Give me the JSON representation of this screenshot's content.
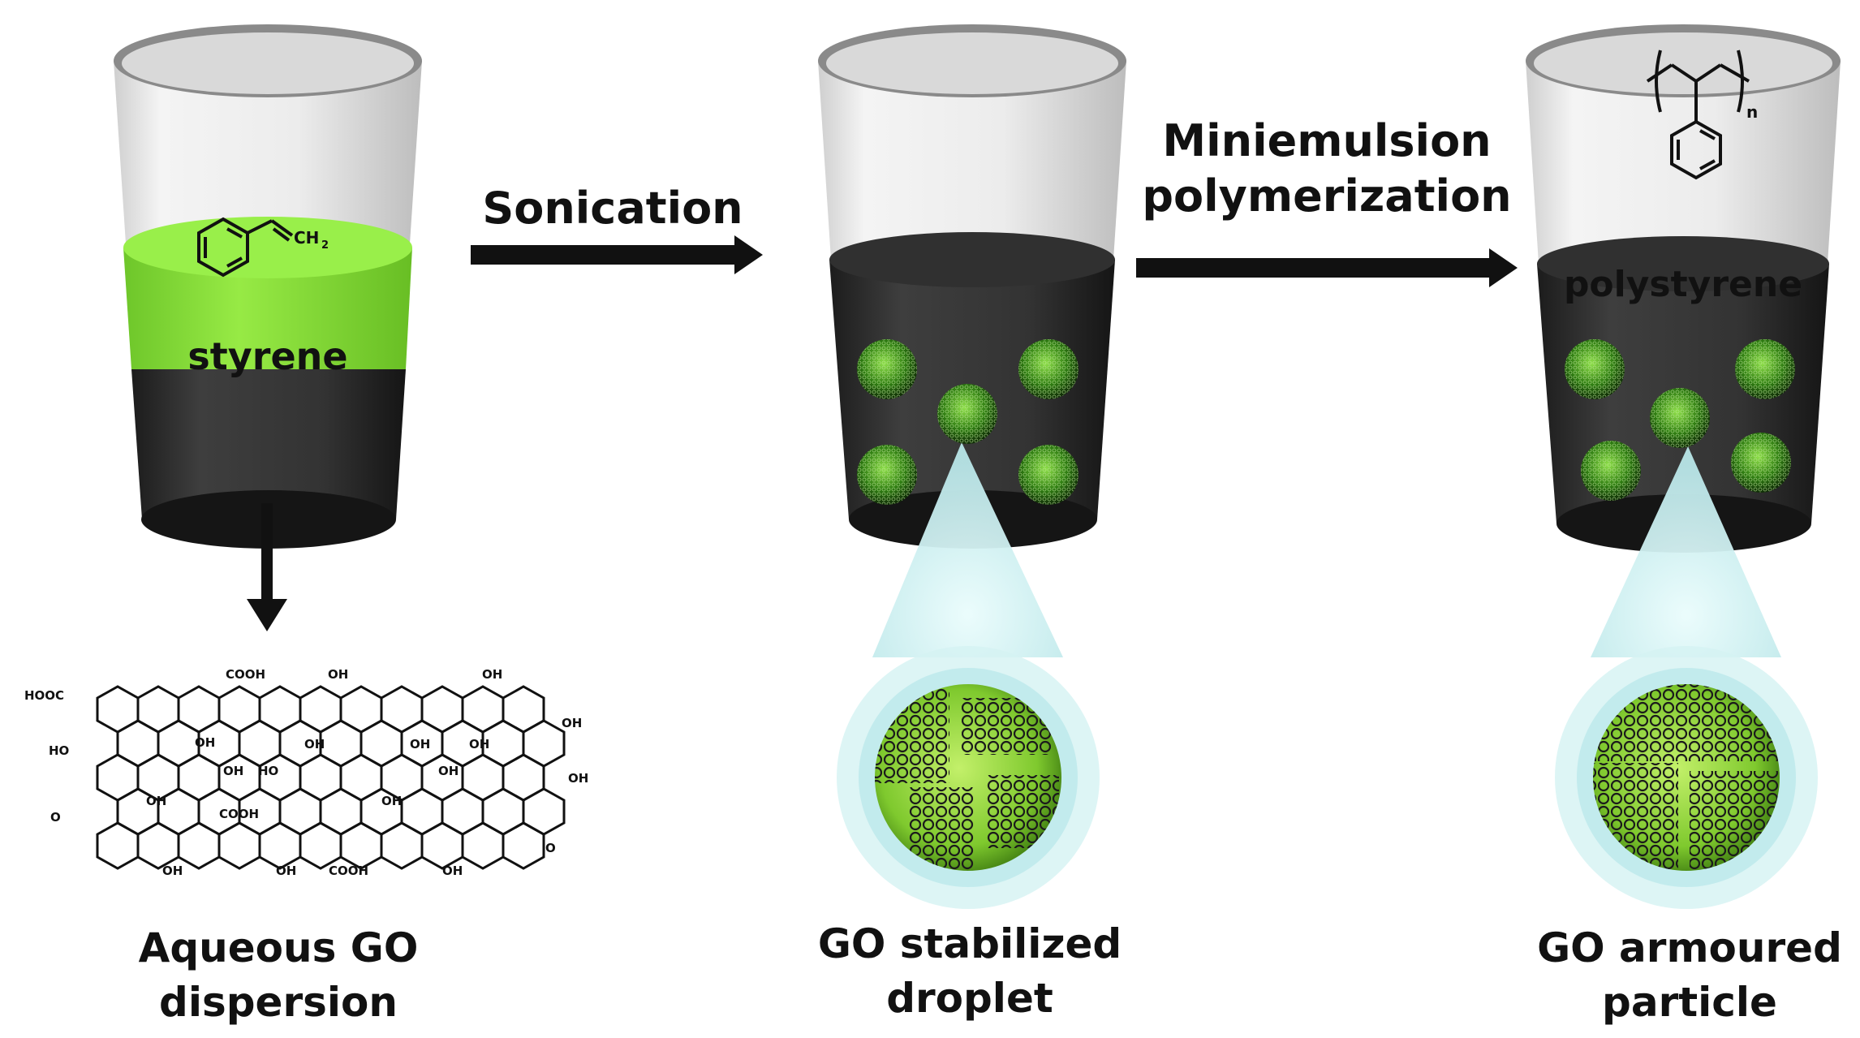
{
  "steps": {
    "sonication": "Sonication",
    "polymerization_line1": "Miniemulsion",
    "polymerization_line2": "polymerization"
  },
  "phases": {
    "styrene": "styrene",
    "polystyrene": "polystyrene"
  },
  "chem_labels": {
    "ch2": "CH",
    "ch2_subscript": "2",
    "polymer_n": "n",
    "go_groups": [
      "HOOC",
      "COOH",
      "OH",
      "OH",
      "OH",
      "HO",
      "OH",
      "OH",
      "OH",
      "OH",
      "OH",
      "HO",
      "OH",
      "OH",
      "COOH",
      "OH",
      "OH",
      "OH",
      "OH",
      "COOH",
      "OH",
      "O",
      "O"
    ]
  },
  "captions": {
    "aqueous": [
      "Aqueous GO",
      "dispersion"
    ],
    "droplet": [
      "GO stabilized",
      "droplet"
    ],
    "particle": [
      "GO armoured",
      "particle"
    ]
  },
  "colors": {
    "styrene_green": "#8ee33a",
    "dark_liquid": "#2b2b2b",
    "glass": "#e6e6e6",
    "droplet_green": "#3a8a1a",
    "zoom_cone": "#cdeff0"
  },
  "icons": [
    "beaker",
    "arrow-right",
    "arrow-down",
    "benzene-ring",
    "graphene-oxide-sheet",
    "armoured-sphere"
  ]
}
